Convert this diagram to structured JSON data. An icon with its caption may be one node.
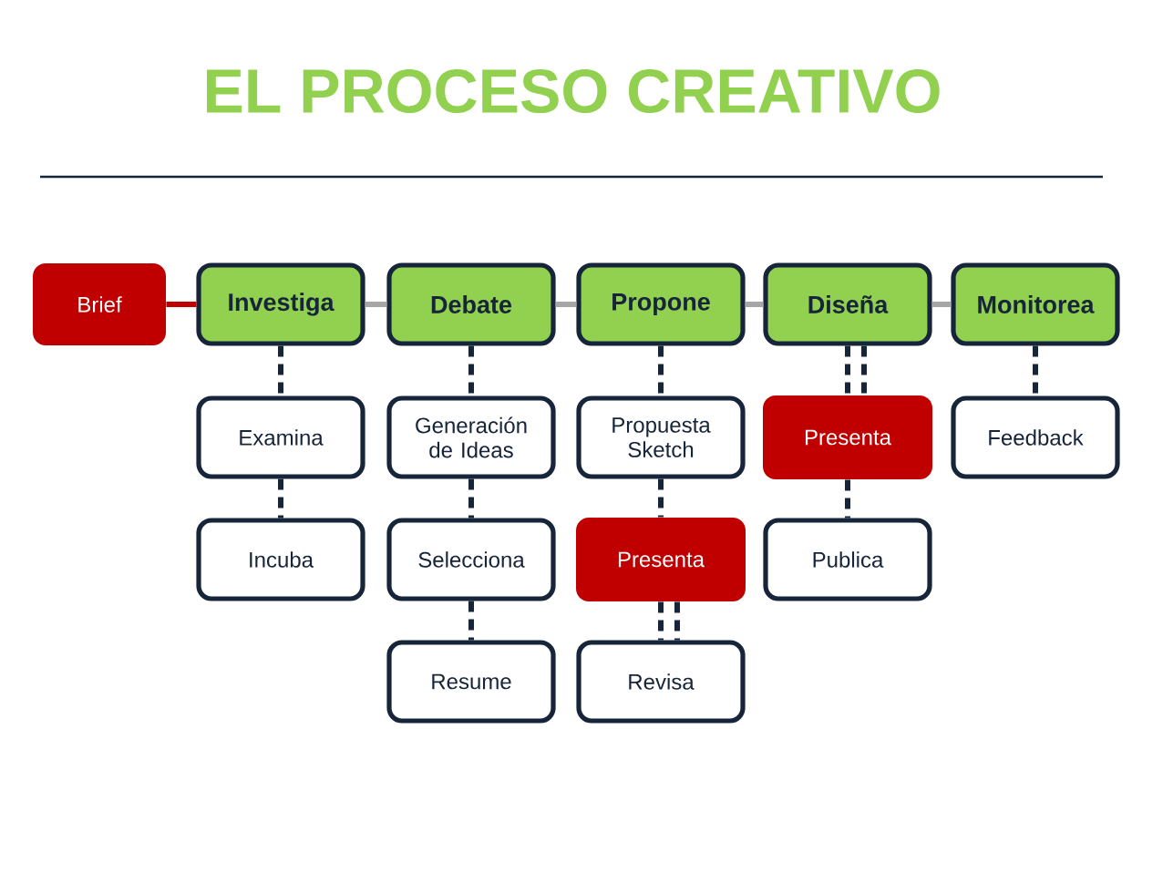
{
  "diagram": {
    "title": "EL PROCESO CREATIVO",
    "nodes": [
      {
        "text": [
          "Brief"
        ]
      },
      {
        "text": [
          "Investiga"
        ]
      },
      {
        "text": [
          "Debate"
        ]
      },
      {
        "text": [
          "Propone"
        ]
      },
      {
        "text": [
          "Diseña"
        ]
      },
      {
        "text": [
          "Monitorea"
        ]
      },
      {
        "text": [
          "Examina"
        ]
      },
      {
        "text": [
          "Generación de Ideas"
        ]
      },
      {
        "text": [
          "Propuesta Sketch"
        ]
      },
      {
        "text": [
          "Presenta"
        ]
      },
      {
        "text": [
          "Feedback"
        ]
      },
      {
        "text": [
          "Incuba"
        ]
      },
      {
        "text": [
          "Selecciona"
        ]
      },
      {
        "text": [
          "Presenta"
        ]
      },
      {
        "text": [
          "Publica"
        ]
      },
      {
        "text": [
          "Resume"
        ]
      },
      {
        "text": [
          "Revisa"
        ]
      }
    ],
    "edges": [
      {
        "from": 0,
        "to": 1,
        "arrow": "none",
        "color": "#c00000"
      },
      {
        "from": 1,
        "to": 2,
        "arrow": "none",
        "color": "#a6a6a6"
      },
      {
        "from": 2,
        "to": 3,
        "arrow": "none",
        "color": "#a6a6a6"
      },
      {
        "from": 3,
        "to": 4,
        "arrow": "none",
        "color": "#a6a6a6"
      },
      {
        "from": 4,
        "to": 5,
        "arrow": "none",
        "color": "#a6a6a6"
      },
      {
        "from": 1,
        "to": 6,
        "arrow": "none",
        "style": "dashed"
      },
      {
        "from": 6,
        "to": 11,
        "arrow": "none",
        "style": "dashed"
      },
      {
        "from": 2,
        "to": 7,
        "arrow": "none",
        "style": "dashed"
      },
      {
        "from": 7,
        "to": 12,
        "arrow": "none",
        "style": "dashed"
      },
      {
        "from": 12,
        "to": 15,
        "arrow": "none",
        "style": "dashed"
      },
      {
        "from": 3,
        "to": 8,
        "arrow": "none",
        "style": "dashed"
      },
      {
        "from": 8,
        "to": 13,
        "arrow": "none",
        "style": "dashed"
      },
      {
        "from": 13,
        "to": 16,
        "arrow": "none",
        "style": "dashed"
      },
      {
        "from": 13,
        "to": 16,
        "arrow": "none",
        "style": "dashed"
      },
      {
        "from": 4,
        "to": 9,
        "arrow": "none",
        "style": "dashed"
      },
      {
        "from": 4,
        "to": 9,
        "arrow": "none",
        "style": "dashed"
      },
      {
        "from": 9,
        "to": 14,
        "arrow": "none",
        "style": "dashed"
      },
      {
        "from": 5,
        "to": 10,
        "arrow": "none",
        "style": "dashed"
      }
    ]
  }
}
